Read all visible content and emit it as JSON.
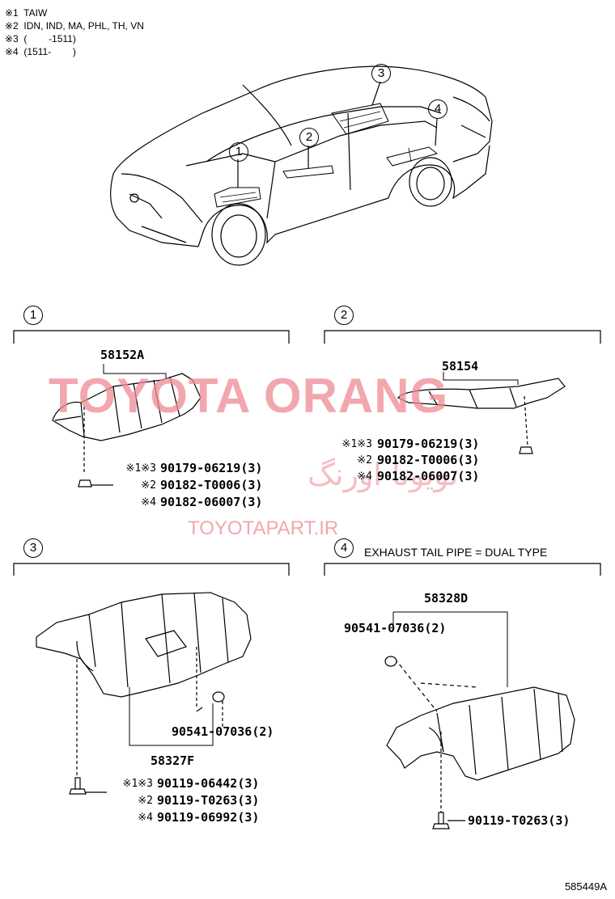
{
  "notes": [
    "※1  TAIW",
    "※2  IDN, IND, MA, PHL, TH, VN",
    "※3  (        -1511)",
    "※4  (1511-        )"
  ],
  "car_callouts": [
    "1",
    "2",
    "3",
    "4"
  ],
  "watermarks": {
    "main": "TOYOTA ORANG",
    "persian": "تویوتا اورنگ",
    "site": "TOYOTAPART.IR"
  },
  "section1": {
    "number": "1",
    "part": "58152A",
    "fasteners": [
      {
        "marks": "※1※3",
        "part": "90179-06219(3)"
      },
      {
        "marks": "※2",
        "part": "90182-T0006(3)"
      },
      {
        "marks": "※4",
        "part": "90182-06007(3)"
      }
    ]
  },
  "section2": {
    "number": "2",
    "part": "58154",
    "fasteners": [
      {
        "marks": "※1※3",
        "part": "90179-06219(3)"
      },
      {
        "marks": "※2",
        "part": "90182-T0006(3)"
      },
      {
        "marks": "※4",
        "part": "90182-06007(3)"
      }
    ]
  },
  "section3": {
    "number": "3",
    "part": "58327F",
    "nut": "90541-07036(2)",
    "fasteners": [
      {
        "marks": "※1※3",
        "part": "90119-06442(3)"
      },
      {
        "marks": "※2",
        "part": "90119-T0263(3)"
      },
      {
        "marks": "※4",
        "part": "90119-06992(3)"
      }
    ]
  },
  "section4": {
    "number": "4",
    "heading": "EXHAUST TAIL PIPE = DUAL TYPE",
    "part": "58328D",
    "nut": "90541-07036(2)",
    "bolt": "90119-T0263(3)"
  },
  "figure_id": "585449A"
}
